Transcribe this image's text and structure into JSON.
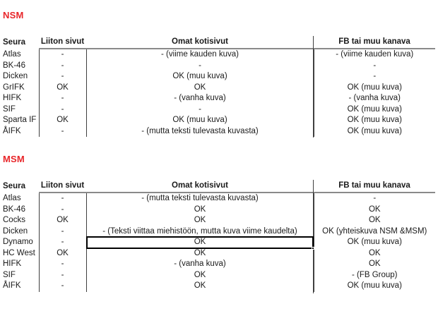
{
  "app": {
    "kind": "spreadsheet",
    "accent_color": "#E8262A",
    "grid_line_color": "#3f3f3f",
    "header_rule_color": "#8a8a8a"
  },
  "sections": [
    {
      "title": "NSM",
      "columns": [
        "Seura",
        "Liiton sivut",
        "Omat kotisivut",
        "FB tai muu kanava"
      ],
      "rows": [
        {
          "club": "Atlas",
          "liiton_sivut": "-",
          "omat_kotisivut": "- (viime kauden kuva)",
          "fb_tai_muu": "- (viime kauden kuva)"
        },
        {
          "club": "BK-46",
          "liiton_sivut": "-",
          "omat_kotisivut": "-",
          "fb_tai_muu": "-"
        },
        {
          "club": "Dicken",
          "liiton_sivut": "-",
          "omat_kotisivut": "OK (muu kuva)",
          "fb_tai_muu": "-"
        },
        {
          "club": "GrIFK",
          "liiton_sivut": "OK",
          "omat_kotisivut": "OK",
          "fb_tai_muu": "OK (muu kuva)"
        },
        {
          "club": "HIFK",
          "liiton_sivut": "-",
          "omat_kotisivut": "- (vanha kuva)",
          "fb_tai_muu": "- (vanha kuva)"
        },
        {
          "club": "SIF",
          "liiton_sivut": "-",
          "omat_kotisivut": "-",
          "fb_tai_muu": "OK (muu kuva)"
        },
        {
          "club": "Sparta IF",
          "liiton_sivut": "OK",
          "omat_kotisivut": "OK (muu kuva)",
          "fb_tai_muu": "OK (muu kuva)"
        },
        {
          "club": "ÅIFK",
          "liiton_sivut": "-",
          "omat_kotisivut": "- (mutta teksti tulevasta kuvasta)",
          "fb_tai_muu": "OK (muu kuva)"
        }
      ]
    },
    {
      "title": "MSM",
      "columns": [
        "Seura",
        "Liiton sivut",
        "Omat kotisivut",
        "FB tai muu kanava"
      ],
      "rows": [
        {
          "club": "Atlas",
          "liiton_sivut": "-",
          "omat_kotisivut": "- (mutta teksti tulevasta kuvasta)",
          "fb_tai_muu": "-"
        },
        {
          "club": "BK-46",
          "liiton_sivut": "-",
          "omat_kotisivut": "OK",
          "fb_tai_muu": "OK"
        },
        {
          "club": "Cocks",
          "liiton_sivut": "OK",
          "omat_kotisivut": "OK",
          "fb_tai_muu": "OK"
        },
        {
          "club": "Dicken",
          "liiton_sivut": "-",
          "omat_kotisivut": "- (Teksti viittaa miehistöön, mutta kuva viime kaudelta)",
          "fb_tai_muu": "OK (yhteiskuva NSM &MSM)"
        },
        {
          "club": "Dynamo",
          "liiton_sivut": "-",
          "omat_kotisivut": "OK",
          "fb_tai_muu": "OK (muu kuva)",
          "selected_cell": "omat_kotisivut"
        },
        {
          "club": "HC West",
          "liiton_sivut": "OK",
          "omat_kotisivut": "OK",
          "fb_tai_muu": "OK"
        },
        {
          "club": "HIFK",
          "liiton_sivut": "-",
          "omat_kotisivut": "- (vanha kuva)",
          "fb_tai_muu": "OK"
        },
        {
          "club": "SIF",
          "liiton_sivut": "-",
          "omat_kotisivut": "OK",
          "fb_tai_muu": "- (FB Group)"
        },
        {
          "club": "ÅIFK",
          "liiton_sivut": "-",
          "omat_kotisivut": "OK",
          "fb_tai_muu": "OK (muu kuva)"
        }
      ]
    }
  ]
}
